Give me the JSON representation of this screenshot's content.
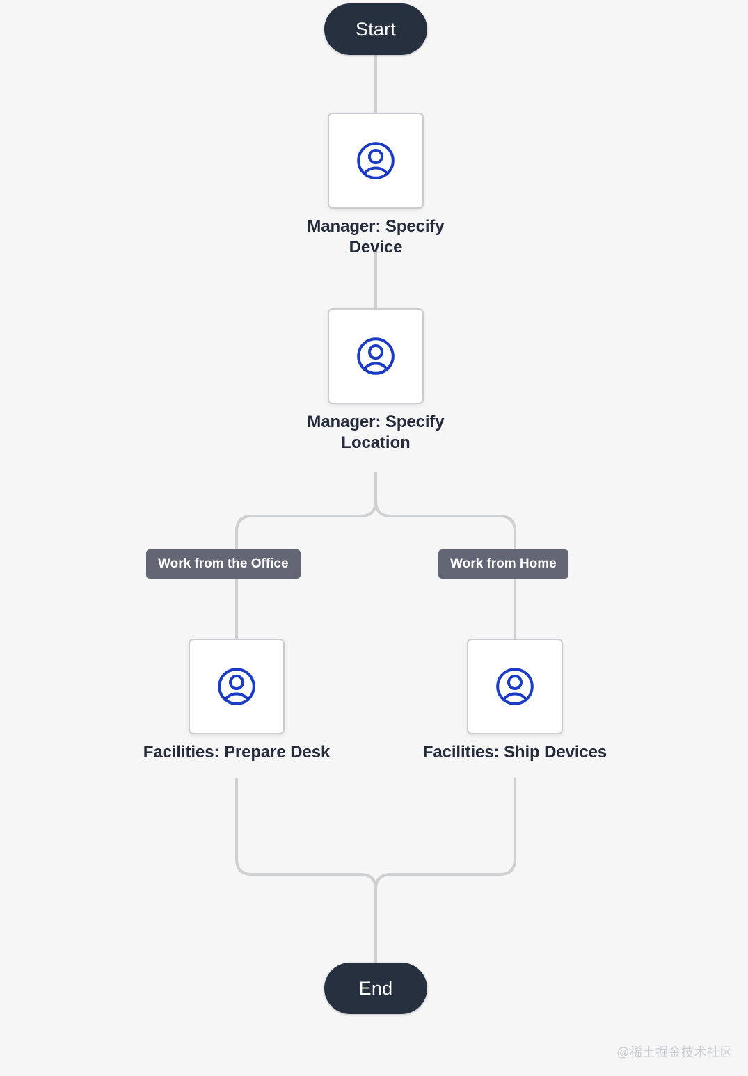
{
  "diagram": {
    "type": "flowchart",
    "background_color": "#f6f6f7",
    "connector_color": "#cfd0d2",
    "nodes": [
      {
        "id": "start",
        "kind": "terminal",
        "label": "Start",
        "fill": "#27303f",
        "text_color": "#ffffff"
      },
      {
        "id": "specify_device",
        "kind": "task",
        "icon": "user-circle-icon",
        "icon_color": "#1b3bc4",
        "label": "Manager: Specify Device"
      },
      {
        "id": "specify_location",
        "kind": "task",
        "icon": "user-circle-icon",
        "icon_color": "#1b3bc4",
        "label": "Manager: Specify\nLocation"
      },
      {
        "id": "prepare_desk",
        "kind": "task",
        "icon": "user-circle-icon",
        "icon_color": "#1b3bc4",
        "label": "Facilities: Prepare Desk"
      },
      {
        "id": "ship_devices",
        "kind": "task",
        "icon": "user-circle-icon",
        "icon_color": "#1b3bc4",
        "label": "Facilities: Ship Devices"
      },
      {
        "id": "end",
        "kind": "terminal",
        "label": "End",
        "fill": "#27303f",
        "text_color": "#ffffff"
      }
    ],
    "edge_labels": [
      {
        "id": "branch_office",
        "label": "Work from the Office",
        "fill": "#636775",
        "text_color": "#ffffff"
      },
      {
        "id": "branch_home",
        "label": "Work from Home",
        "fill": "#636775",
        "text_color": "#ffffff"
      }
    ],
    "edges": [
      {
        "from": "start",
        "to": "specify_device",
        "label": ""
      },
      {
        "from": "specify_device",
        "to": "specify_location",
        "label": ""
      },
      {
        "from": "specify_location",
        "to": "prepare_desk",
        "label": "Work from the Office"
      },
      {
        "from": "specify_location",
        "to": "ship_devices",
        "label": "Work from Home"
      },
      {
        "from": "prepare_desk",
        "to": "end",
        "label": ""
      },
      {
        "from": "ship_devices",
        "to": "end",
        "label": ""
      }
    ]
  },
  "watermark": {
    "text": "@稀土掘金技术社区"
  }
}
